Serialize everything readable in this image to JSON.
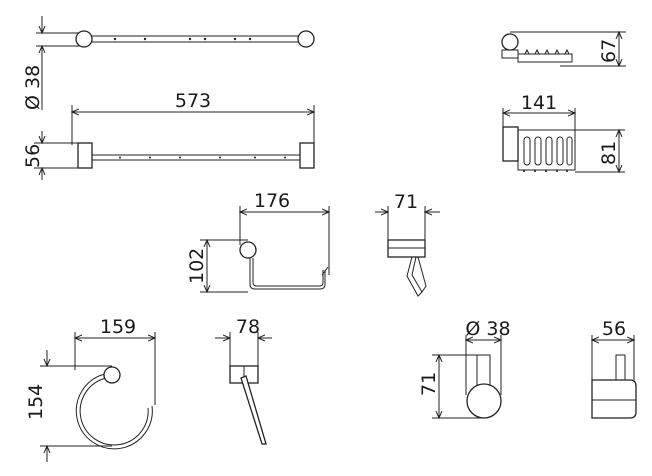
{
  "dimensions": {
    "bar_diameter": "Ø 38",
    "bar_length": "573",
    "bar_height": "56",
    "basket_height": "67",
    "basket_width": "141",
    "basket_depth": "81",
    "paper_holder_width": "176",
    "paper_holder_height": "102",
    "paper_holder_side_width": "71",
    "ring_width": "159",
    "ring_height": "154",
    "ring_side_width": "78",
    "hook_diameter": "Ø 38",
    "hook_height": "71",
    "hook_side_width": "56"
  }
}
